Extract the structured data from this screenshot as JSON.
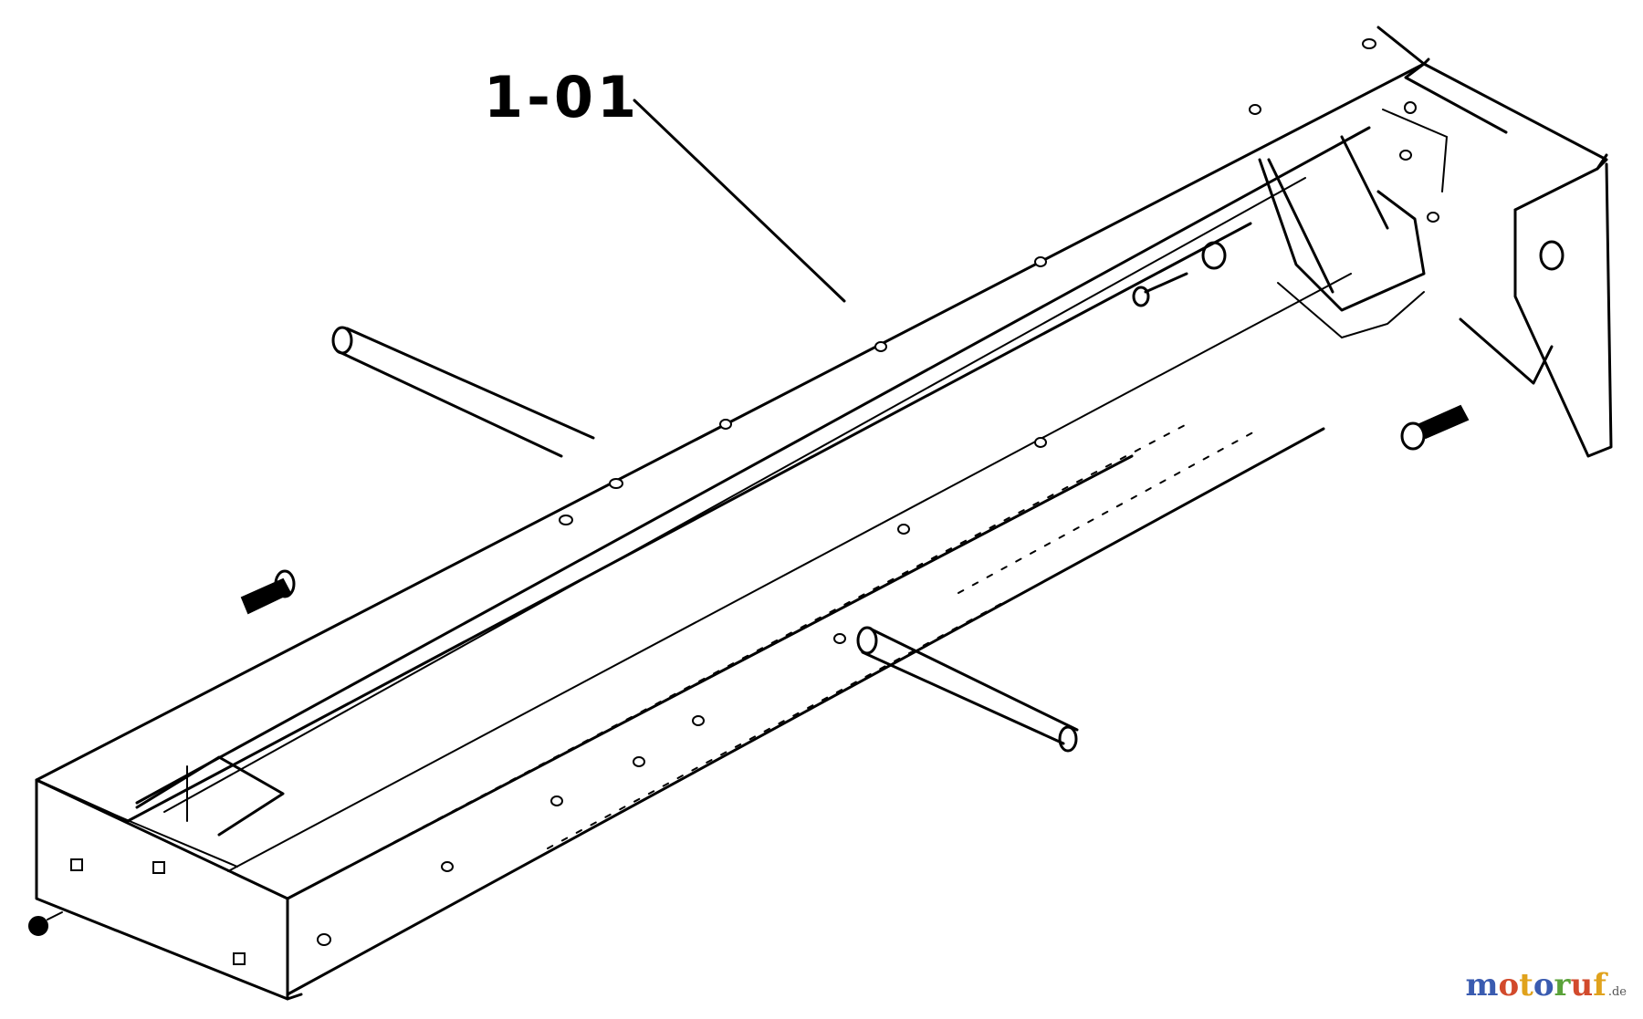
{
  "diagram": {
    "part_label": "1-01",
    "watermark": {
      "letters": [
        {
          "ch": "m",
          "color": "#3a5bb0"
        },
        {
          "ch": "o",
          "color": "#d24a2c"
        },
        {
          "ch": "t",
          "color": "#e0a21c"
        },
        {
          "ch": "o",
          "color": "#3a5bb0"
        },
        {
          "ch": "r",
          "color": "#5aa23a"
        },
        {
          "ch": "u",
          "color": "#d24a2c"
        },
        {
          "ch": "f",
          "color": "#e0a21c"
        }
      ],
      "suffix": ".de"
    }
  }
}
